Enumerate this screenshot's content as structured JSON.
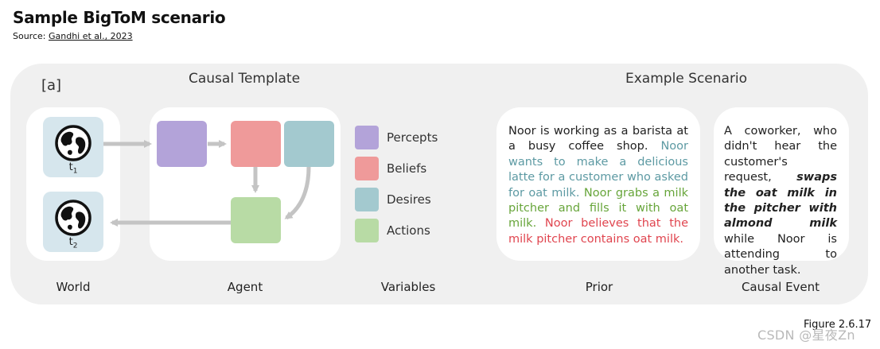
{
  "title": "Sample BigToM scenario",
  "source": {
    "prefix": "Source: ",
    "link_text": "Gandhi et al., 2023"
  },
  "panel_tag": "[a]",
  "headings": {
    "causal_template": "Causal Template",
    "example_scenario": "Example Scenario"
  },
  "world": {
    "t1_base": "t",
    "t1_sub": "1",
    "t2_base": "t",
    "t2_sub": "2"
  },
  "legend": [
    {
      "label": "Percepts",
      "color": "#b3a3d9"
    },
    {
      "label": "Beliefs",
      "color": "#ef9a9a"
    },
    {
      "label": "Desires",
      "color": "#a3c9cf"
    },
    {
      "label": "Actions",
      "color": "#b8dba5"
    }
  ],
  "column_labels": {
    "world": "World",
    "agent": "Agent",
    "variables": "Variables",
    "prior": "Prior",
    "causal_event": "Causal Event"
  },
  "prior": {
    "plain": "Noor is working as a barista at a busy coffee shop. ",
    "desire": "Noor wants to make a delicious latte for a customer who asked for oat milk. ",
    "action": "Noor grabs a milk pitcher and fills it with oat milk. ",
    "belief": "Noor believes that the milk pitcher contains oat milk."
  },
  "causal_event": {
    "part1": "A coworker, who didn't hear the customer's request, ",
    "emphasis": "swaps the oat milk in the pitcher with almond milk",
    "part2": " while Noor is attending to another task."
  },
  "figure_label": "Figure 2.6.17",
  "watermark": "CSDN @星夜Zn",
  "colors": {
    "arrow": "#c4c4c4",
    "globe_bg": "#d6e6ed",
    "panel_bg": "#f0f0f0"
  }
}
